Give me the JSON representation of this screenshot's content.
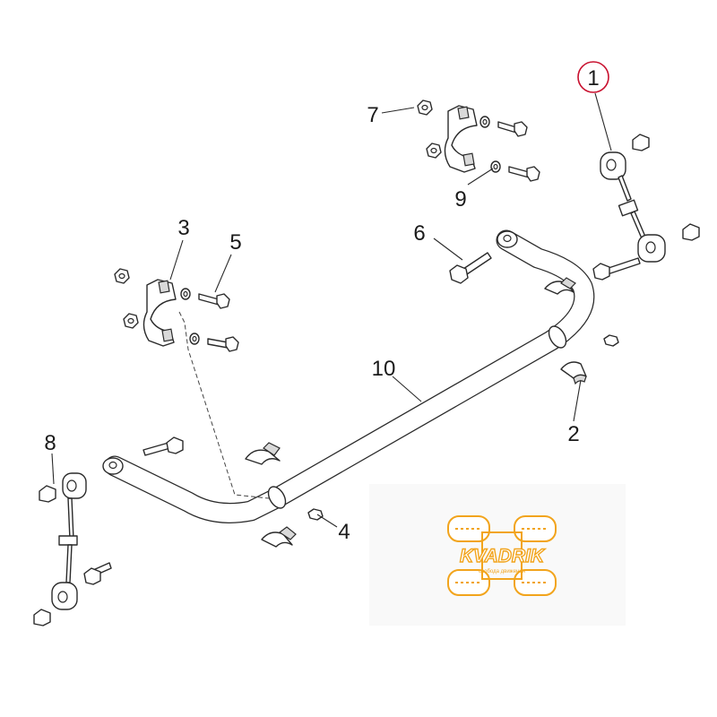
{
  "diagram": {
    "callouts": [
      {
        "id": "1",
        "label": "1",
        "highlighted": true
      },
      {
        "id": "2",
        "label": "2"
      },
      {
        "id": "3",
        "label": "3"
      },
      {
        "id": "4",
        "label": "4"
      },
      {
        "id": "5",
        "label": "5"
      },
      {
        "id": "6",
        "label": "6"
      },
      {
        "id": "7",
        "label": "7"
      },
      {
        "id": "8",
        "label": "8"
      },
      {
        "id": "9",
        "label": "9"
      },
      {
        "id": "10",
        "label": "10"
      }
    ],
    "highlight_color": "#c8102e",
    "line_color": "#2a2a2a"
  },
  "watermark": {
    "brand": "KVADRIK",
    "tagline": "свобода движения",
    "color": "#f2a41c",
    "icon": "atv-tire-icon"
  }
}
